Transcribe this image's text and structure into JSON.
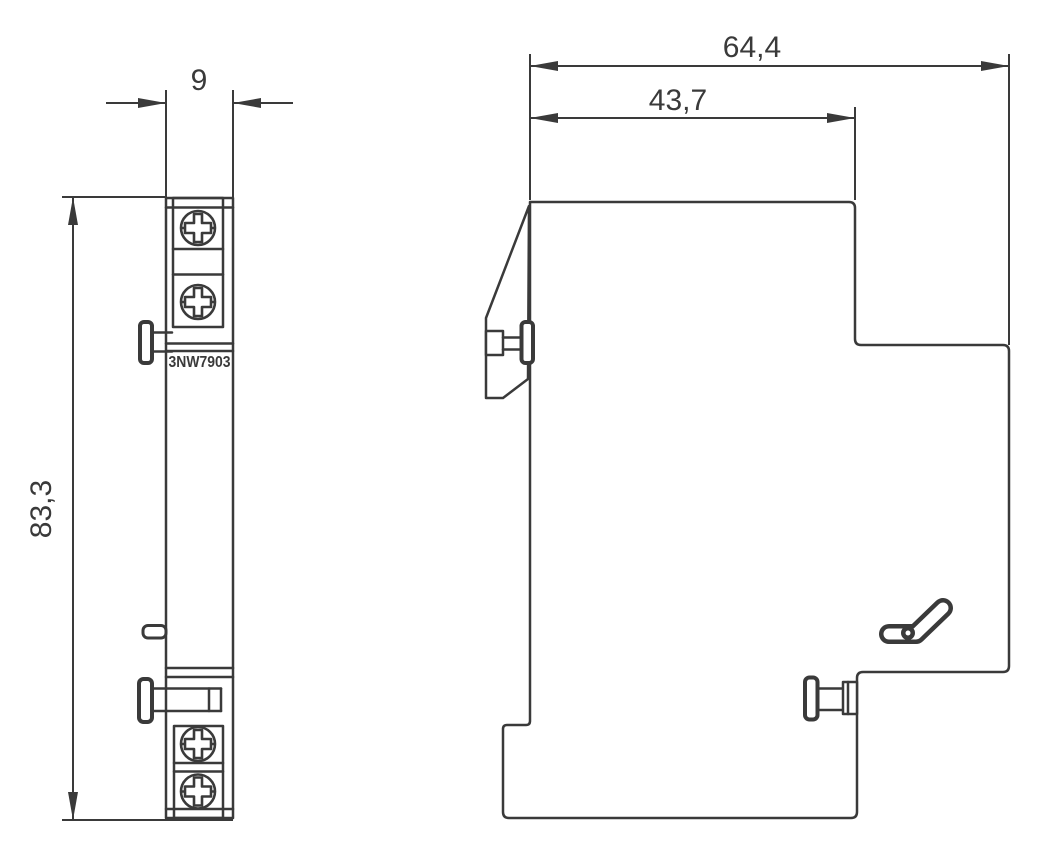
{
  "drawing": {
    "line_color": "#3a3a3a",
    "background_color": "#ffffff",
    "front_view": {
      "width_dim": "9",
      "height_dim": "83,3",
      "part_number": "3NW7903"
    },
    "side_view": {
      "overall_depth_dim": "64,4",
      "upper_depth_dim": "43,7"
    }
  }
}
